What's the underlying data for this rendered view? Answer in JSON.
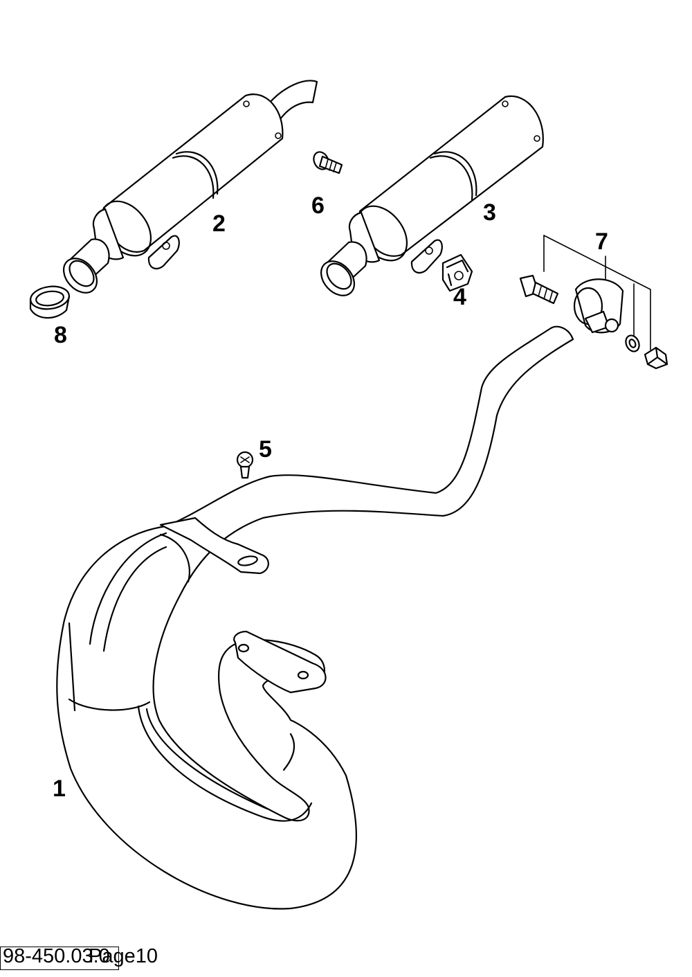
{
  "diagram": {
    "callouts": [
      {
        "id": "1",
        "label": "1"
      },
      {
        "id": "2",
        "label": "2"
      },
      {
        "id": "3",
        "label": "3"
      },
      {
        "id": "4",
        "label": "4"
      },
      {
        "id": "5",
        "label": "5"
      },
      {
        "id": "6",
        "label": "6"
      },
      {
        "id": "7",
        "label": "7"
      },
      {
        "id": "8",
        "label": "8"
      }
    ]
  },
  "footer": {
    "drawing_code": "98-450.03.0",
    "page_label": "Page10"
  }
}
